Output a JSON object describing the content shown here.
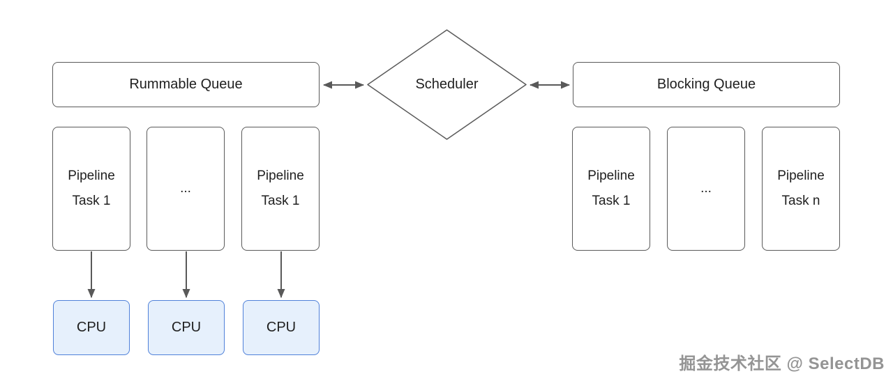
{
  "colors": {
    "box-border": "#595959",
    "arrow": "#595959",
    "cpu-fill": "#e6f0fc",
    "cpu-border": "#4f80d9",
    "text": "#1f1f1f",
    "watermark": "#949494"
  },
  "nodes": {
    "runnable_queue": "Rummable Queue",
    "scheduler": "Scheduler",
    "blocking_queue": "Blocking Queue"
  },
  "left_tasks": [
    {
      "line1": "Pipeline",
      "line2": "Task 1"
    },
    {
      "line1": "...",
      "line2": ""
    },
    {
      "line1": "Pipeline",
      "line2": "Task 1"
    }
  ],
  "cpus": [
    "CPU",
    "CPU",
    "CPU"
  ],
  "right_tasks": [
    {
      "line1": "Pipeline",
      "line2": "Task 1"
    },
    {
      "line1": "...",
      "line2": ""
    },
    {
      "line1": "Pipeline",
      "line2": "Task n"
    }
  ],
  "watermark": "掘金技术社区 @ SelectDB"
}
